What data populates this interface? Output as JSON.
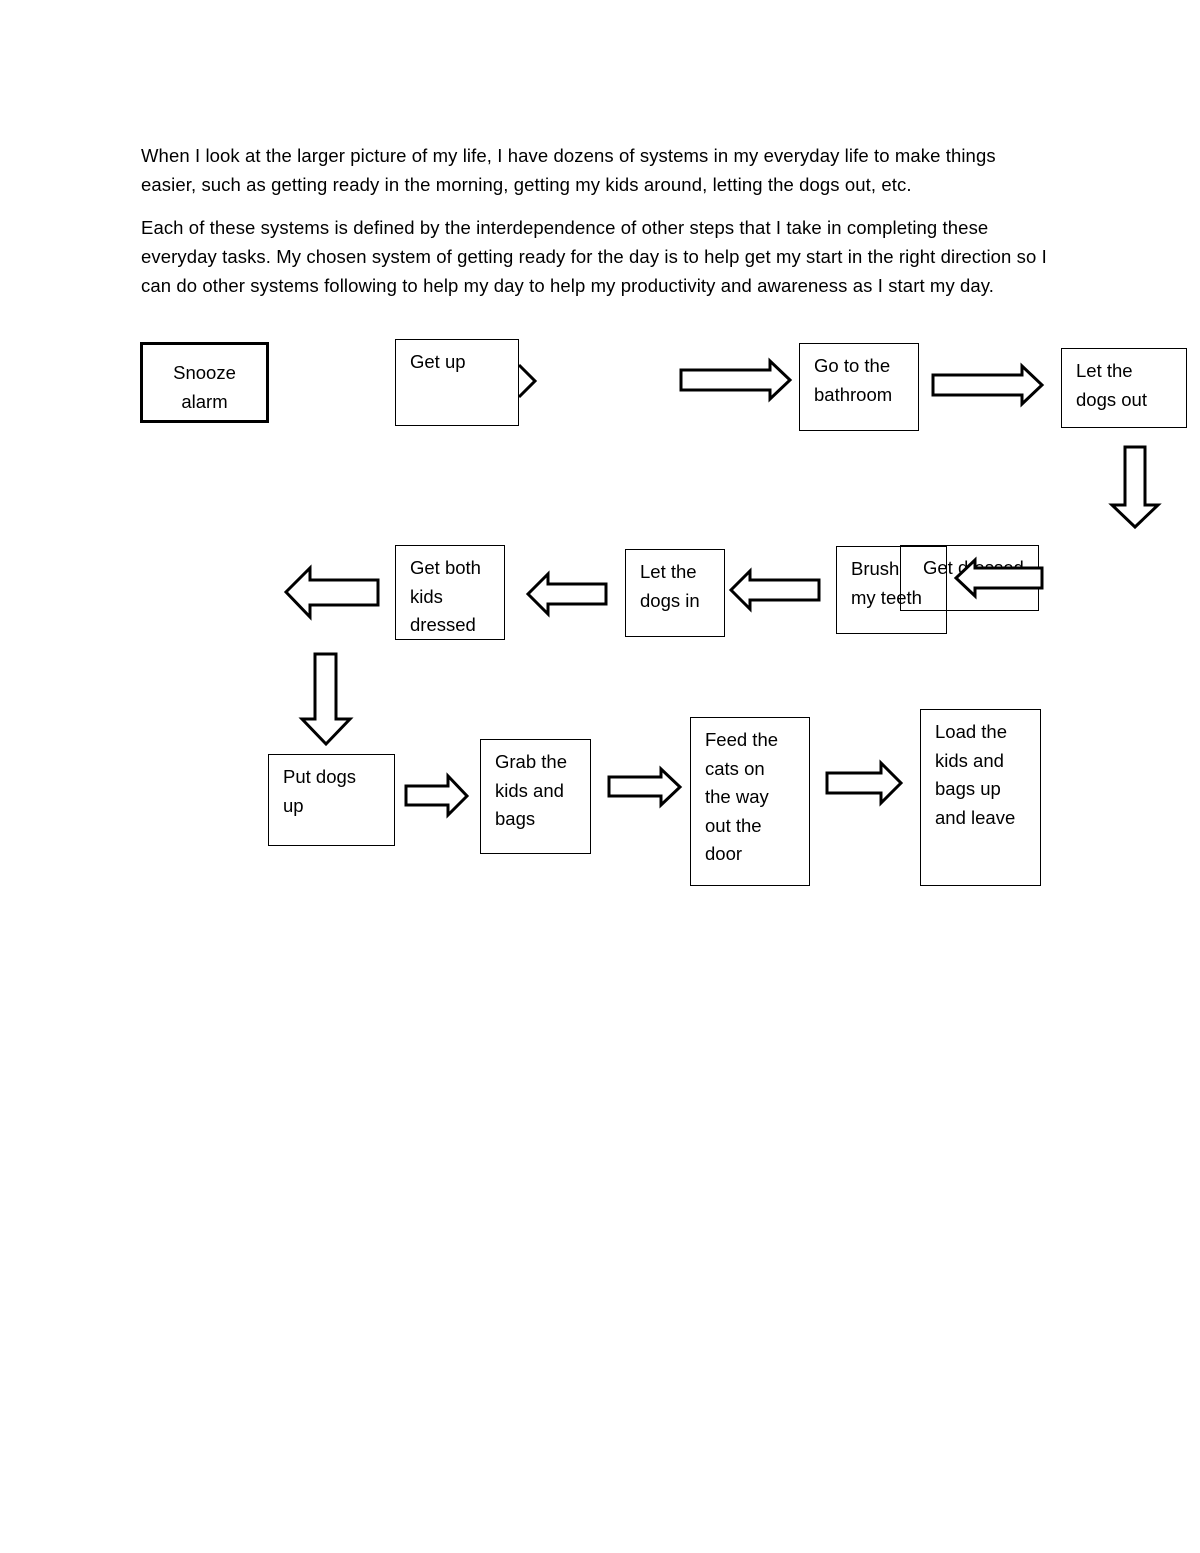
{
  "document": {
    "paragraphs": [
      "When I look at the larger picture of my life, I have dozens of systems in my everyday life to make things easier, such as getting ready in the morning, getting my kids around, letting the dogs out, etc.",
      "Each of these systems is defined by the interdependence of other steps that I take in completing these everyday tasks. My chosen system of getting ready for the day is to help get my start in the right direction so I can do other systems following to help my day to help my productivity and awareness as I start my day."
    ]
  },
  "flowchart": {
    "steps": {
      "snooze": "Snooze alarm",
      "get_up": "Get up",
      "bathroom": "Go to the bathroom",
      "dogs_out": "Let the dogs out",
      "get_dressed": "Get dressed",
      "brush": "Brush my teeth",
      "dogs_in": "Let the dogs in",
      "kids_dressed": "Get both kids dressed",
      "put_dogs_up": "Put dogs up",
      "grab_kids": "Grab the kids and bags",
      "feed_cats": "Feed the cats on the way out the door",
      "load_kids": "Load the kids and bags up and leave"
    }
  }
}
